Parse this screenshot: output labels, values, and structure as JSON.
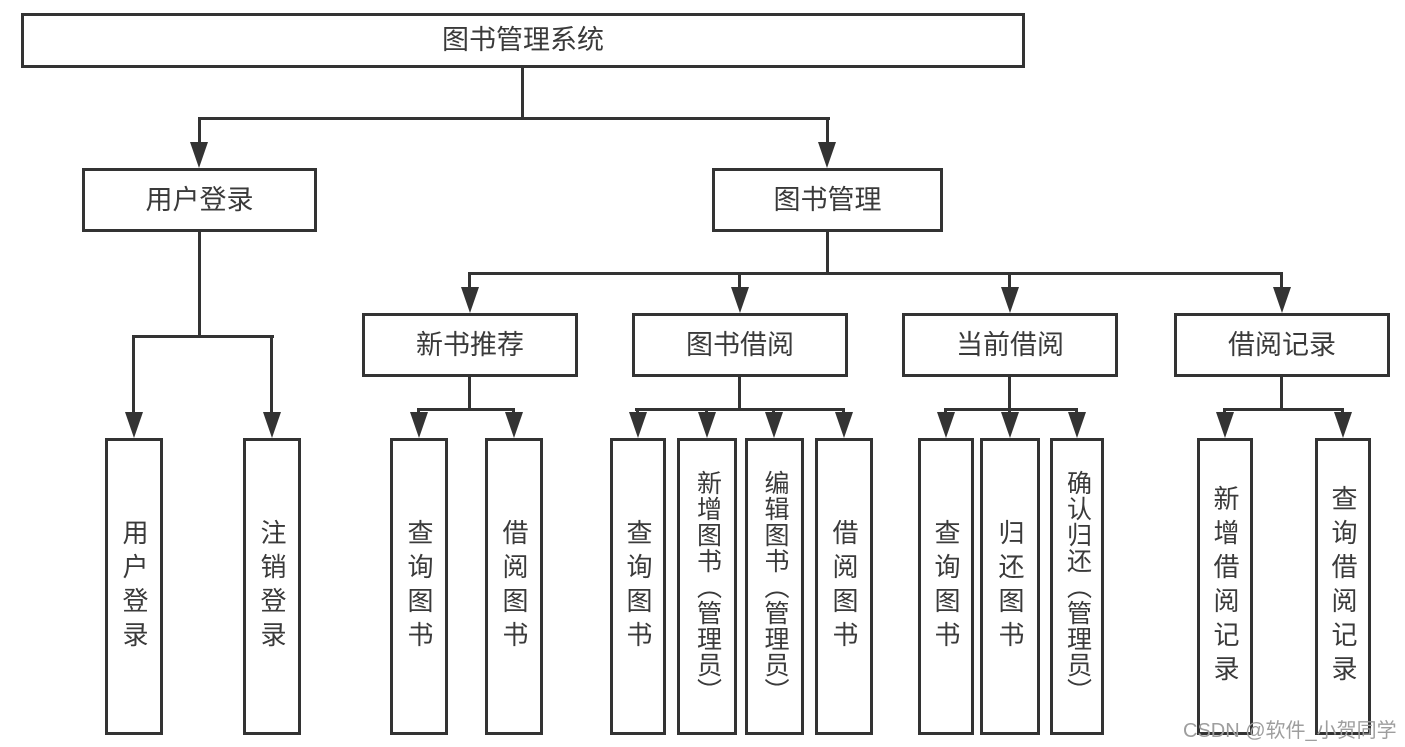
{
  "nodes": {
    "root": "图书管理系统",
    "user_login": "用户登录",
    "book_mgmt": "图书管理",
    "new_book_rec": "新书推荐",
    "book_borrow": "图书借阅",
    "current_borrow": "当前借阅",
    "borrow_records": "借阅记录",
    "leaf_user_login": "用户登录",
    "leaf_logout": "注销登录",
    "leaf_rec_query": "查询图书",
    "leaf_rec_borrow": "借阅图书",
    "leaf_bb_query": "查询图书",
    "leaf_bb_add": "新增图书（管理员）",
    "leaf_bb_edit": "编辑图书（管理员）",
    "leaf_bb_borrow": "借阅图书",
    "leaf_cb_query": "查询图书",
    "leaf_cb_return": "归还图书",
    "leaf_cb_confirm": "确认归还（管理员）",
    "leaf_br_add": "新增借阅记录",
    "leaf_br_query": "查询借阅记录"
  },
  "hierarchy": {
    "图书管理系统": {
      "用户登录": [
        "用户登录",
        "注销登录"
      ],
      "图书管理": {
        "新书推荐": [
          "查询图书",
          "借阅图书"
        ],
        "图书借阅": [
          "查询图书",
          "新增图书（管理员）",
          "编辑图书（管理员）",
          "借阅图书"
        ],
        "当前借阅": [
          "查询图书",
          "归还图书",
          "确认归还（管理员）"
        ],
        "借阅记录": [
          "新增借阅记录",
          "查询借阅记录"
        ]
      }
    }
  },
  "watermark": "CSDN @软件_小贺同学",
  "colors": {
    "line": "#333333",
    "text": "#3a3a3a",
    "watermark": "#9e9e9e",
    "background": "#ffffff"
  }
}
